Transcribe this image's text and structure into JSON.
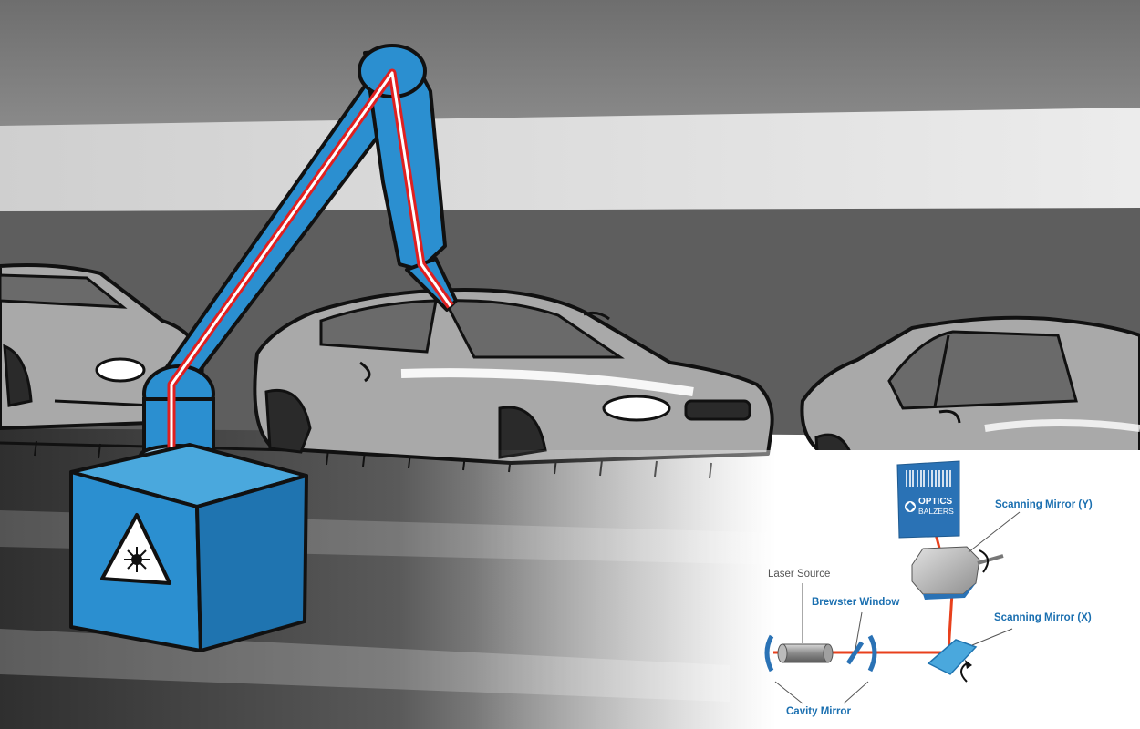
{
  "diagram": {
    "brand_logo": {
      "line1": "OPTICS",
      "line2": "BALZERS"
    },
    "labels": {
      "laser_source": "Laser Source",
      "brewster_window": "Brewster Window",
      "cavity_mirror": "Cavity Mirror",
      "scanning_mirror_x": "Scanning Mirror (X)",
      "scanning_mirror_y": "Scanning Mirror (Y)"
    },
    "icons": [
      "laser-warning-icon",
      "rotation-arrow-icon",
      "barcode-icon",
      "optics-logo-icon"
    ],
    "colors": {
      "robot_blue": "#2b8fd0",
      "laser_beam": "#e8401c",
      "label_blue": "#1a6fb0",
      "car_grey": "#a9a9a9",
      "tag_blue": "#2a72b5"
    }
  }
}
